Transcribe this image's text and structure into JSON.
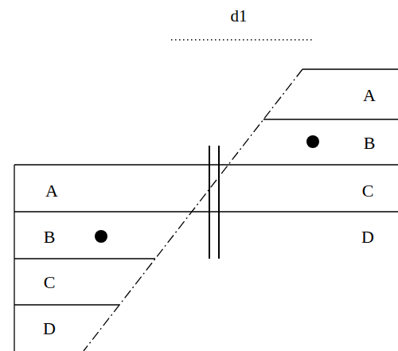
{
  "diagram": {
    "labels": [
      "d1",
      "A",
      "B",
      "C",
      "D",
      "A",
      "B",
      "C",
      "D"
    ]
  }
}
